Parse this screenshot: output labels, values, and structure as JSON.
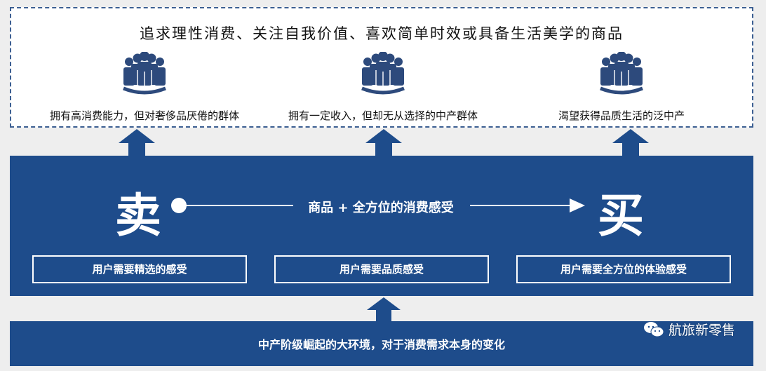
{
  "top": {
    "title": "追求理性消费、关注自我价值、喜欢简单时效或具备生活美学的商品",
    "groups": [
      {
        "label": "拥有高消费能力，但对奢侈品厌倦的群体",
        "icon": "people-group-icon"
      },
      {
        "label": "拥有一定收入，但却无从选择的中产群体",
        "icon": "people-group-icon"
      },
      {
        "label": "渴望获得品质生活的泛中产",
        "icon": "people-group-icon"
      }
    ]
  },
  "main": {
    "sell": "卖",
    "buy": "买",
    "flow_label": "商品 + 全方位的消费感受",
    "needs": [
      "用户需要精选的感受",
      "用户需要品质感受",
      "用户需要全方位的体验感受"
    ]
  },
  "bottom": {
    "text": "中产阶级崛起的大环境，对于消费需求本身的变化"
  },
  "watermark": {
    "text": "航旅新零售",
    "icon": "wechat-icon"
  },
  "colors": {
    "band": "#1e4c8b",
    "icon": "#2d4a7c",
    "dashed_border": "#3c5f92"
  }
}
